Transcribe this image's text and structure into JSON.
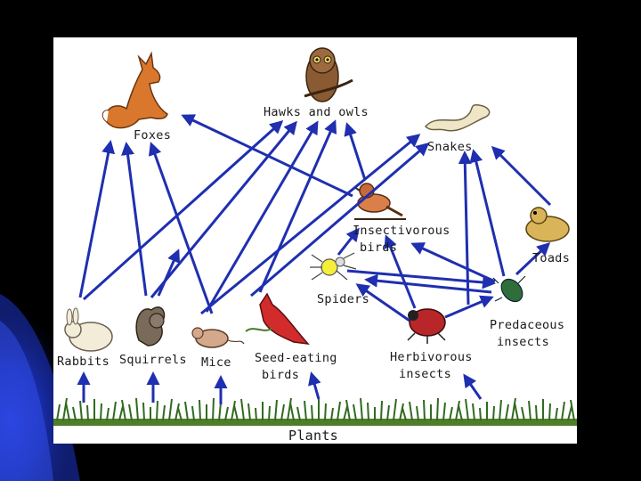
{
  "colors": {
    "background": "#000000",
    "slide": "#ffffff",
    "arrow": "#1f2fb0",
    "accent_blue": "#1b2a9c"
  },
  "nodes": {
    "hawks_owls": "Hawks and owls",
    "foxes": "Foxes",
    "snakes": "Snakes",
    "insectivorous_birds_1": "Insectivorous",
    "insectivorous_birds_2": "birds",
    "toads": "Toads",
    "spiders": "Spiders",
    "predaceous_insects_1": "Predaceous",
    "predaceous_insects_2": "insects",
    "rabbits": "Rabbits",
    "squirrels": "Squirrels",
    "mice": "Mice",
    "seed_eating_birds_1": "Seed-eating",
    "seed_eating_birds_2": "birds",
    "herbivorous_insects_1": "Herbivorous",
    "herbivorous_insects_2": "insects",
    "plants": "Plants"
  },
  "icons": [
    "fox-icon",
    "owl-icon",
    "snake-icon",
    "bird-icon",
    "toad-icon",
    "spider-icon",
    "beetle-icon",
    "rabbit-icon",
    "squirrel-icon",
    "mouse-icon",
    "cardinal-icon",
    "grass-icon"
  ]
}
